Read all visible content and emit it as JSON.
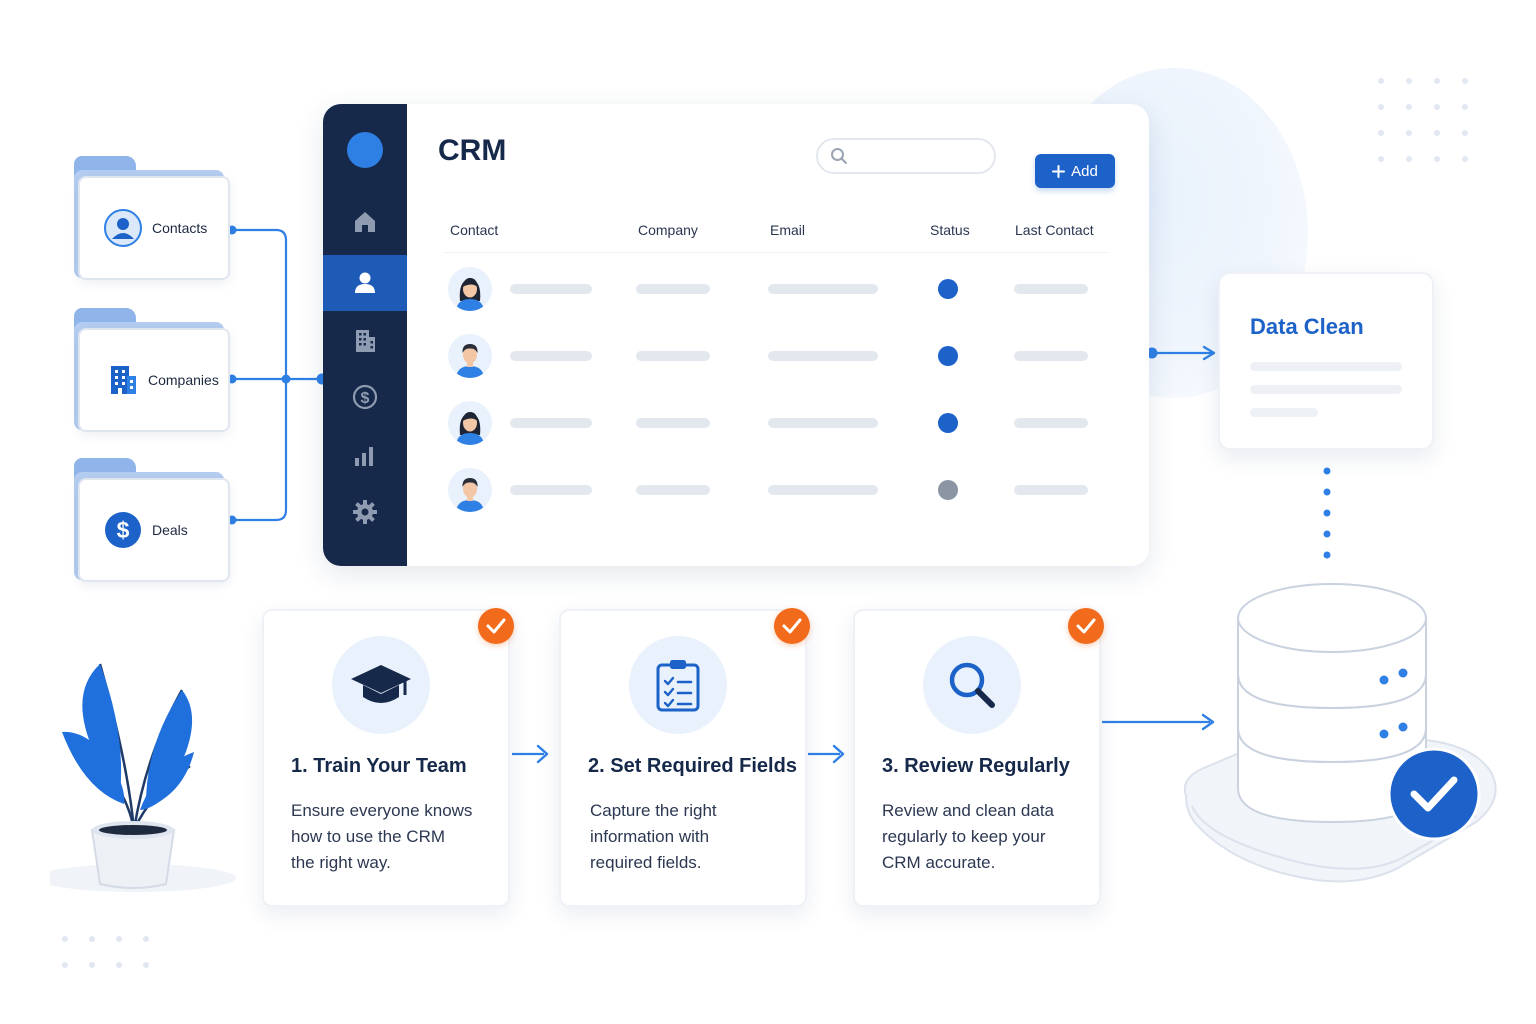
{
  "folders": [
    {
      "label": "Contacts",
      "icon": "contact-user-icon"
    },
    {
      "label": "Companies",
      "icon": "building-icon"
    },
    {
      "label": "Deals",
      "icon": "dollar-icon"
    }
  ],
  "crm": {
    "title": "CRM",
    "add_label": "Add",
    "sidebar": [
      "home-icon",
      "user-icon",
      "building-icon",
      "dollar-icon",
      "bar-chart-icon",
      "gear-icon"
    ],
    "columns": [
      "Contact",
      "Company",
      "Email",
      "Status",
      "Last Contact"
    ],
    "rows": [
      {
        "avatar": "female-avatar",
        "status": "active"
      },
      {
        "avatar": "male-avatar",
        "status": "active"
      },
      {
        "avatar": "female-avatar",
        "status": "active"
      },
      {
        "avatar": "male-avatar",
        "status": "inactive"
      }
    ]
  },
  "data_clean": {
    "title": "Data Clean"
  },
  "steps": [
    {
      "title": "1. Train Your Team",
      "lines": [
        "Ensure everyone knows",
        "how to use the CRM",
        "the right way."
      ],
      "icon": "graduation-cap-icon"
    },
    {
      "title": "2. Set Required Fields",
      "lines": [
        "Capture the right",
        "information with",
        "required fields."
      ],
      "icon": "clipboard-checklist-icon"
    },
    {
      "title": "3. Review Regularly",
      "lines": [
        "Review and clean data",
        "regularly to keep your",
        "CRM accurate."
      ],
      "icon": "magnifier-icon"
    }
  ],
  "colors": {
    "primary": "#1d62c8",
    "sidebar": "#16294a",
    "status_active": "#1d62c8",
    "status_inactive": "#8b95a3",
    "check": "#f26a1b"
  }
}
